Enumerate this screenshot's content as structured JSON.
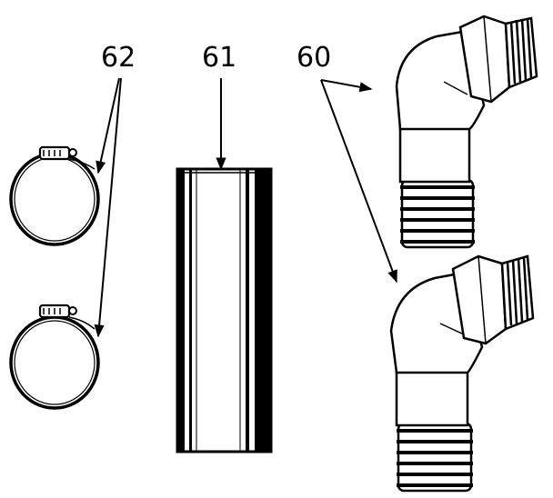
{
  "callouts": {
    "clamps": "62",
    "hose": "61",
    "elbows": "60"
  },
  "colors": {
    "ink": "#000000",
    "paper": "#ffffff"
  }
}
